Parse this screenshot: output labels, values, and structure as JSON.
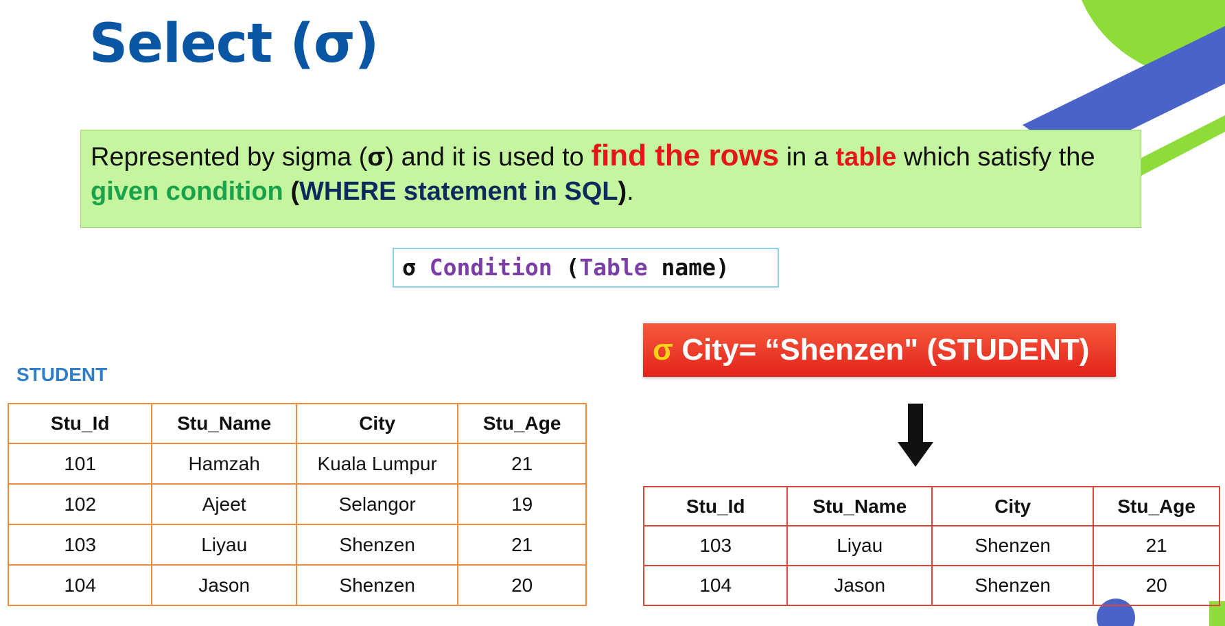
{
  "title": "Select (σ)",
  "definition": {
    "p1": "Represented by sigma (",
    "sigma": "σ",
    "p2": ") and it is used to ",
    "highlight1": "find the rows",
    "p3": " in a ",
    "highlight2": "table",
    "p4": " which satisfy the ",
    "highlight3": "given condition",
    "p5": " (",
    "highlight4": "WHERE statement in SQL",
    "p6": ")",
    "p7": "."
  },
  "syntax": {
    "sigma": "σ",
    "condition": "Condition",
    "open": " (",
    "table": "Table",
    "rest": " name)"
  },
  "student_label": "STUDENT",
  "source_table": {
    "headers": [
      "Stu_Id",
      "Stu_Name",
      "City",
      "Stu_Age"
    ],
    "rows": [
      [
        "101",
        "Hamzah",
        "Kuala Lumpur",
        "21"
      ],
      [
        "102",
        "Ajeet",
        "Selangor",
        "19"
      ],
      [
        "103",
        "Liyau",
        "Shenzen",
        "21"
      ],
      [
        "104",
        "Jason",
        "Shenzen",
        "20"
      ]
    ]
  },
  "query": {
    "sigma": "σ",
    "text": " City= “Shenzen\" (STUDENT)"
  },
  "result_table": {
    "headers": [
      "Stu_Id",
      "Stu_Name",
      "City",
      "Stu_Age"
    ],
    "rows": [
      [
        "103",
        "Liyau",
        "Shenzen",
        "21"
      ],
      [
        "104",
        "Jason",
        "Shenzen",
        "20"
      ]
    ]
  },
  "colors": {
    "title": "#0b56a4",
    "definition_bg": "#c5f59f",
    "highlight_red": "#e3161c",
    "highlight_green": "#18a24a",
    "query_bg": "#e3231b",
    "deco_green": "#8edc3a",
    "deco_blue": "#4a63c9"
  }
}
